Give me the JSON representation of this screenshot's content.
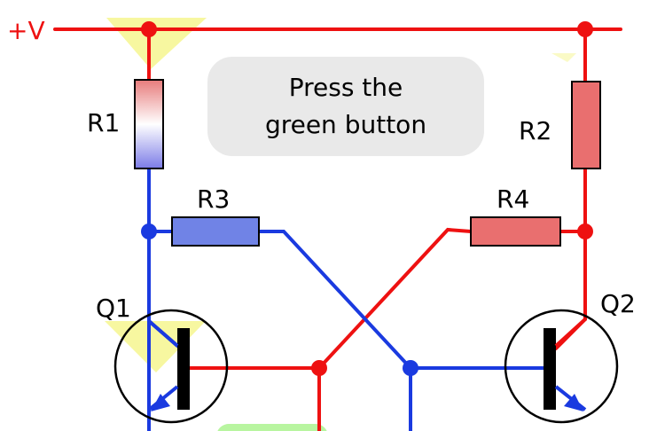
{
  "supply_label": "+V",
  "message": {
    "line1": "Press the",
    "line2": "green button"
  },
  "components": {
    "r1": "R1",
    "r2": "R2",
    "r3": "R3",
    "r4": "R4",
    "q1": "Q1",
    "q2": "Q2"
  },
  "colors": {
    "positive_wire": "#ee1111",
    "negative_wire": "#1a3ae0",
    "message_box": "#e9e9e9",
    "indicator_glow": "#f7f7a0",
    "button_green": "#b8f5a0"
  }
}
